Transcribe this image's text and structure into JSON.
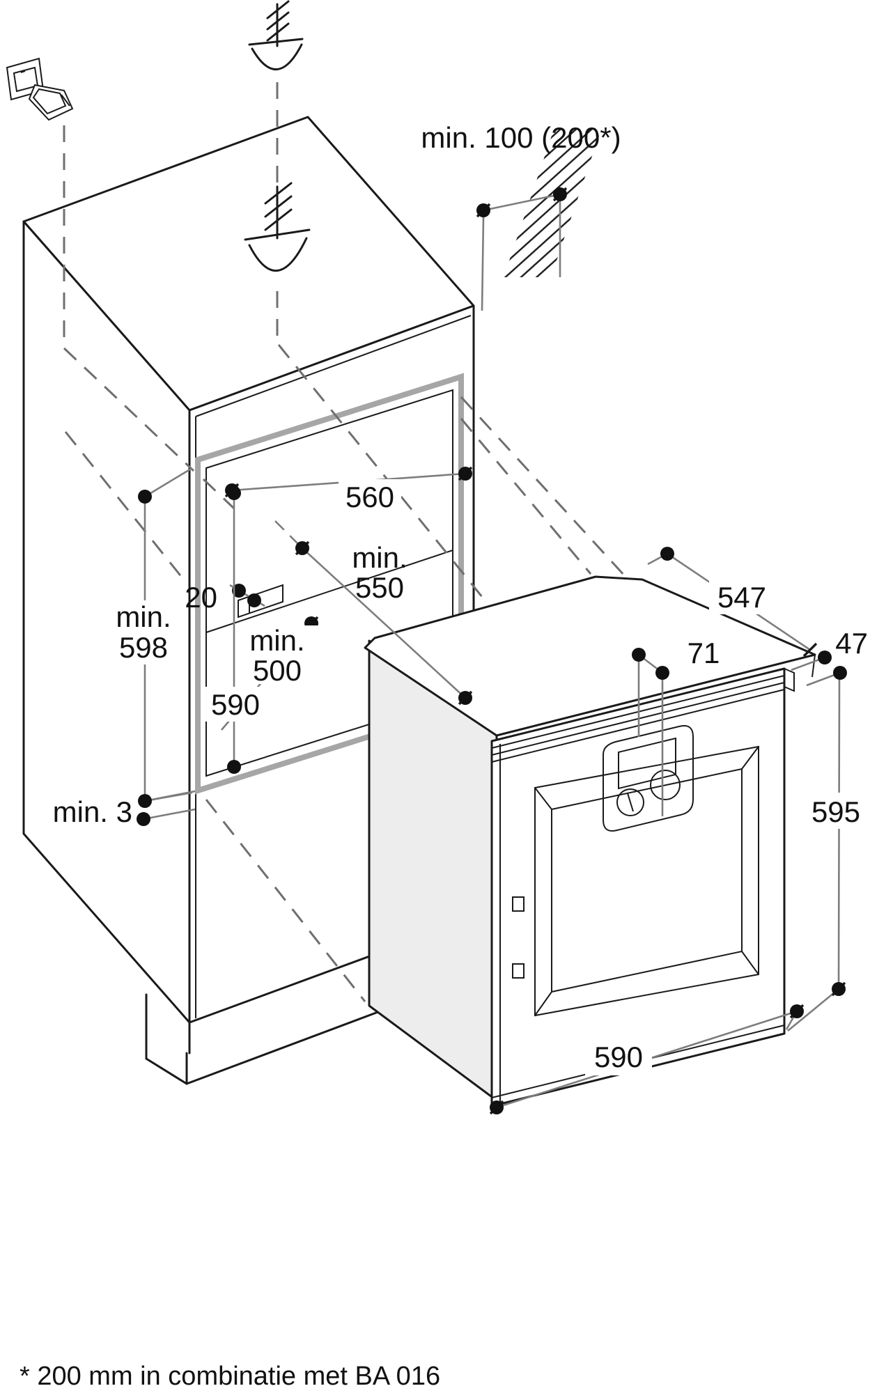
{
  "diagram": {
    "type": "appliance-installation-drawing",
    "footnote": "* 200 mm in combinatie met BA 016",
    "colors": {
      "line": "#1a1a1a",
      "dimension_line": "#7d7d7d",
      "niche_frame": "#a6a6a6",
      "oven_side_face": "#ededed",
      "background": "#ffffff"
    },
    "dimensions": {
      "clearance_top": "min. 100 (200*)",
      "niche_width": "560",
      "niche_depth_line1": "min.",
      "niche_depth_line2": "550",
      "step": "20",
      "floor_depth_line1": "min.",
      "floor_depth_line2": "500",
      "niche_height": "590",
      "outer_height_line1": "min.",
      "outer_height_line2": "598",
      "bottom_gap": "min. 3",
      "oven_depth": "547",
      "front_protrusion": "47",
      "control_panel_height": "71",
      "oven_front_height": "595",
      "oven_width": "590"
    },
    "icons": {
      "power_plug": "power-plug-icon",
      "earth_symbol_top": "earth-symbol",
      "earth_symbol_cabinet": "earth-symbol",
      "wall_section": "hatched-wall"
    }
  }
}
